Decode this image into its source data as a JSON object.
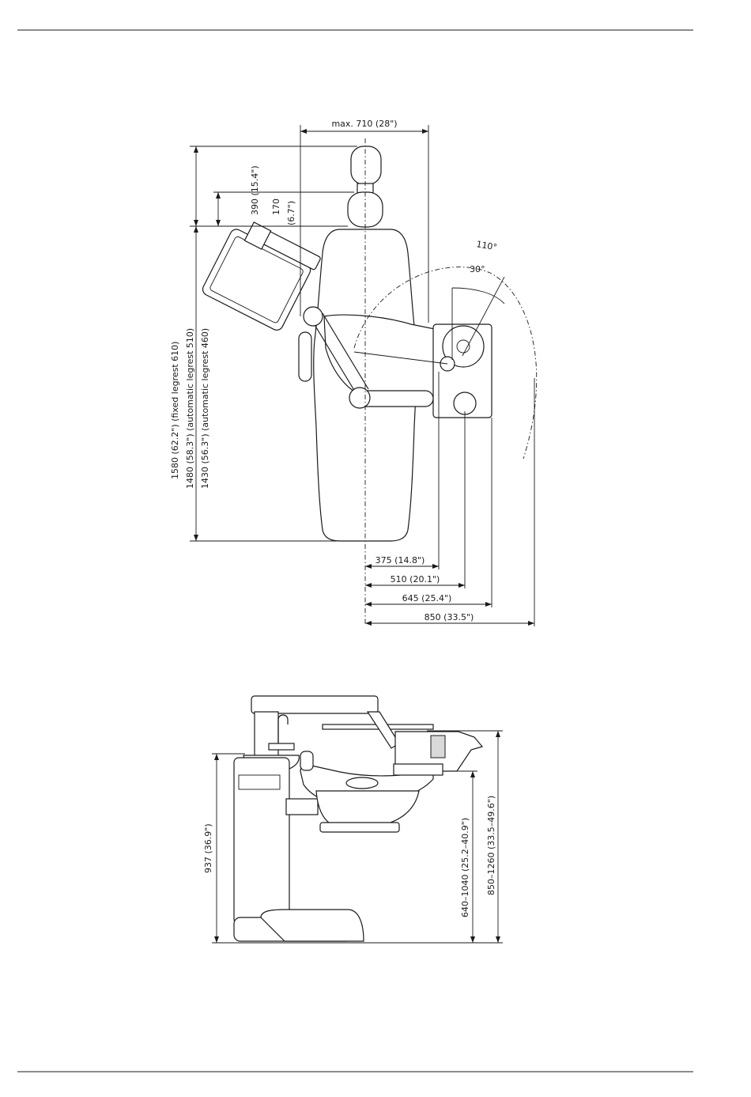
{
  "top_view": {
    "width_max": "max. 710 (28\")",
    "height_390": "390 (15.4\")",
    "height_170_a": "170",
    "height_170_b": "(6.7\")",
    "len_1580": "1580 (62.2\") (fixed legrest 610)",
    "len_1480": "1480 (58.3\") (automatic legrest 510)",
    "len_1430": "1430 (56.3\") (automatic legrest 460)",
    "angle_110": "110°",
    "angle_30": "30°",
    "dim_375": "375 (14.8\")",
    "dim_510": "510 (20.1\")",
    "dim_645": "645 (25.4\")",
    "dim_850": "850 (33.5\")"
  },
  "side_view": {
    "height_937": "937 (36.9\")",
    "height_640": "640–1040 (25.2–40.9\")",
    "height_850": "850–1260 (33.5–49.6\")"
  }
}
